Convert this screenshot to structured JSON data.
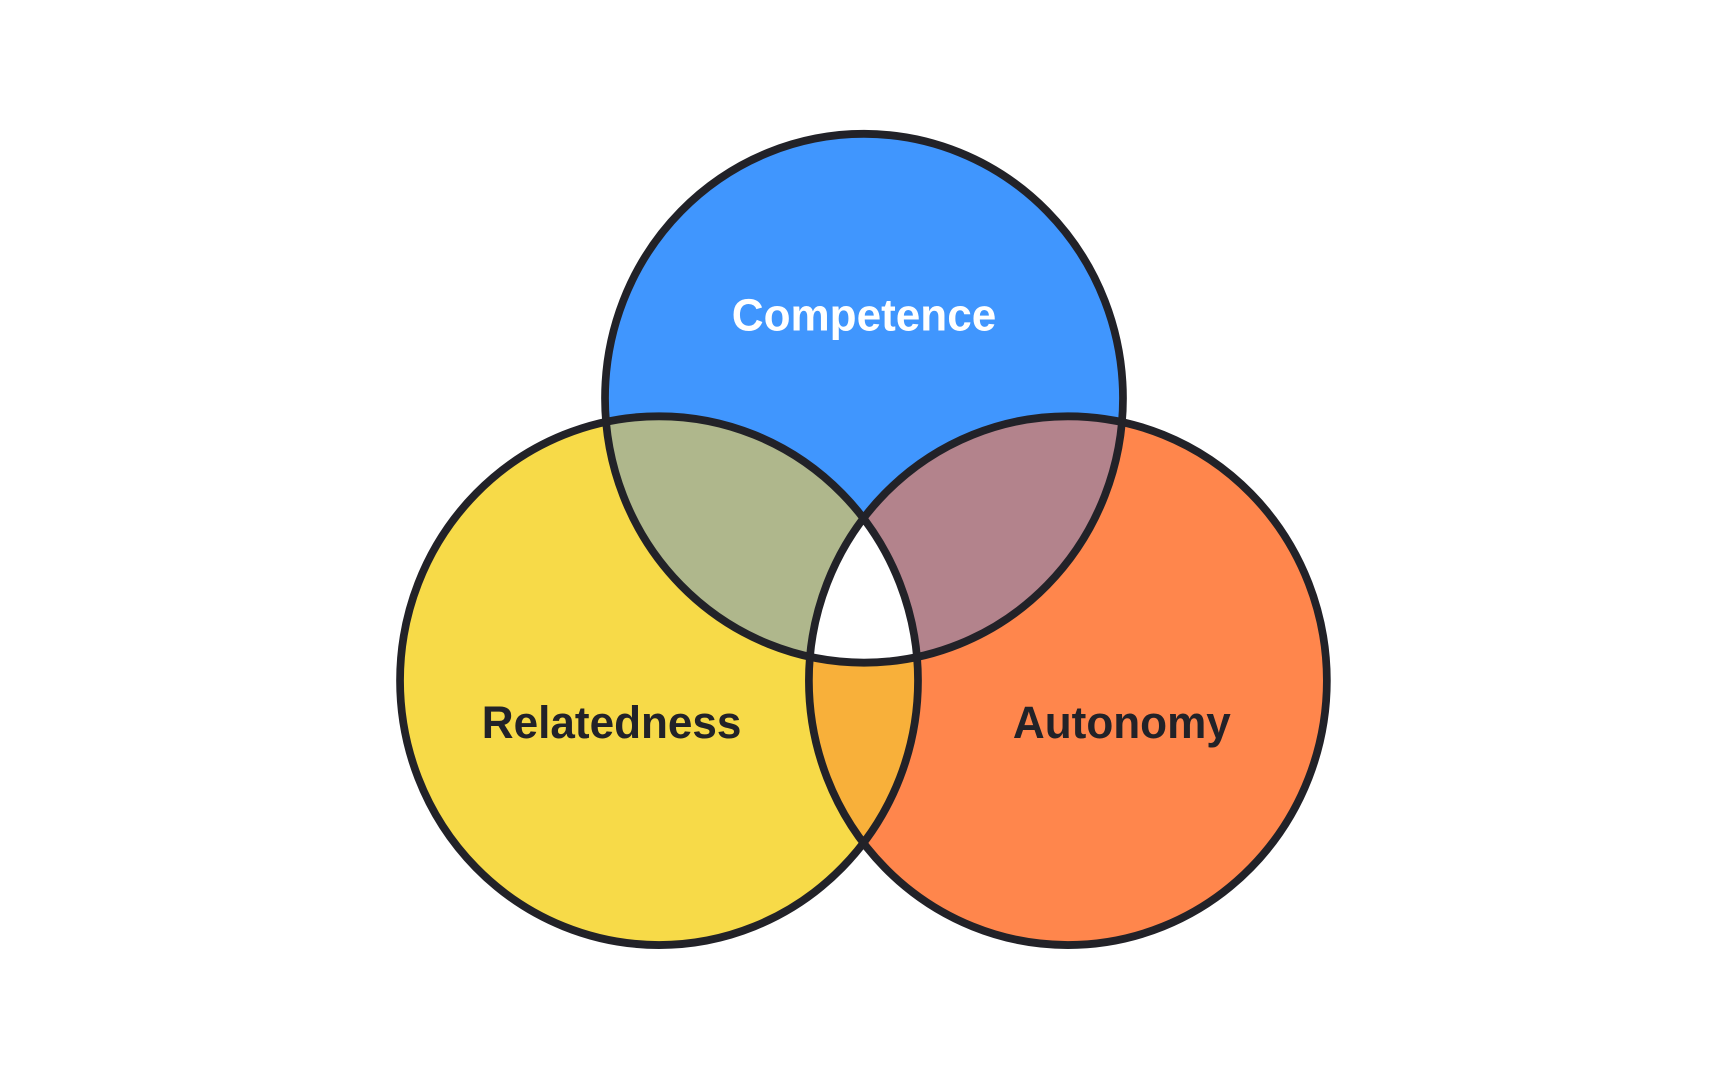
{
  "diagram": {
    "type": "venn",
    "sets": [
      {
        "label": "Competence",
        "color": "#4096FE",
        "text_color": "#FFFFFF"
      },
      {
        "label": "Relatedness",
        "color": "#F7DA48",
        "text_color": "#222228"
      },
      {
        "label": "Autonomy",
        "color": "#FF864C",
        "text_color": "#222228"
      }
    ],
    "overlaps": {
      "competence_relatedness": "#AFB78C",
      "competence_autonomy": "#B3838C",
      "relatedness_autonomy": "#F8B03A",
      "all_three": "#FFFFFF"
    },
    "stroke_color": "#222228"
  }
}
